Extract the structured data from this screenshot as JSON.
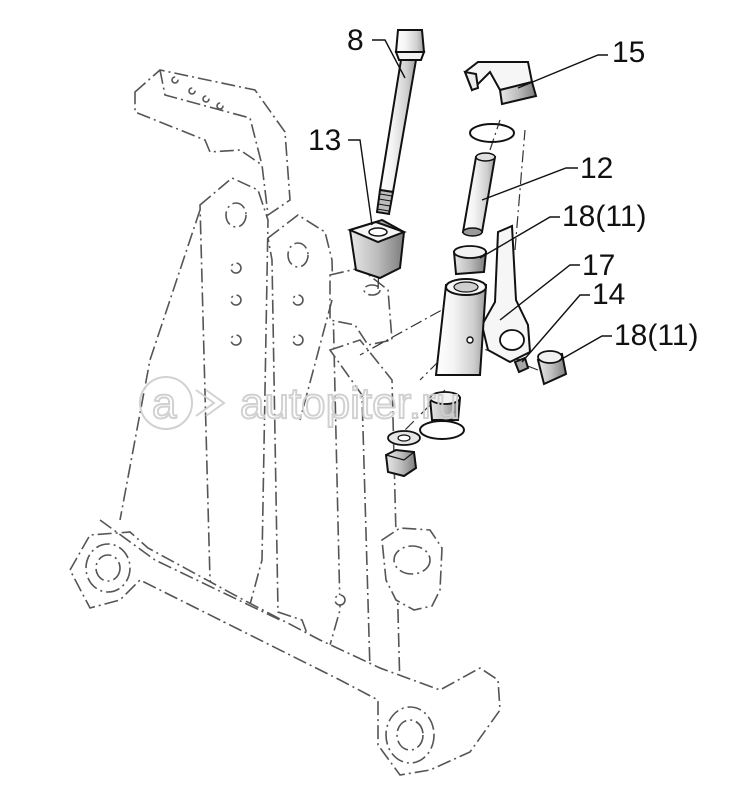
{
  "watermark": {
    "logo_text": "a",
    "site_text": "autopiter.ru"
  },
  "callouts": [
    {
      "id": "8",
      "text": "8"
    },
    {
      "id": "13",
      "text": "13"
    },
    {
      "id": "15",
      "text": "15"
    },
    {
      "id": "12",
      "text": "12"
    },
    {
      "id": "18-11-upper",
      "text": "18(11)"
    },
    {
      "id": "17",
      "text": "17"
    },
    {
      "id": "14",
      "text": "14"
    },
    {
      "id": "18-11-lower",
      "text": "18(11)"
    }
  ],
  "colors": {
    "line": "#111111",
    "ghost": "#555555",
    "watermark": "#cfcfcf",
    "shade_light": "#f2f2f2",
    "shade_mid": "#d8d8d8",
    "shade_dark": "#a0a0a0"
  }
}
